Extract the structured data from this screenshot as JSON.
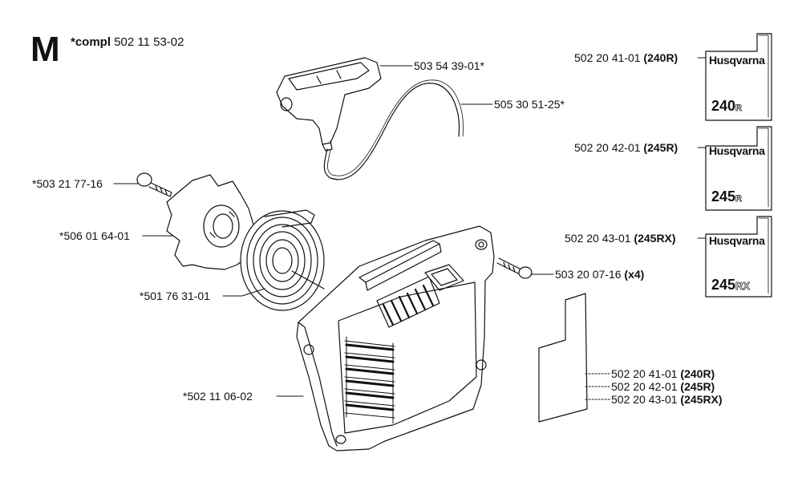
{
  "section": {
    "letter": "M",
    "compl_label": "*compl",
    "compl_number": "502 11 53-02"
  },
  "labels": {
    "handle": "503 54 39-01*",
    "rope": "505 30 51-25*",
    "screw_pulley": "*503 21 77-16",
    "pulley": "*506 01 64-01",
    "spring": "*501 76 31-01",
    "housing": "*502 11 06-02",
    "screw_housing": {
      "number": "503 20 07-16",
      "qty": "(x4)"
    },
    "decal_240": {
      "number": "502 20 41-01",
      "model": "(240R)"
    },
    "decal_245": {
      "number": "502 20 42-01",
      "model": "(245R)"
    },
    "decal_245rx": {
      "number": "502 20 43-01",
      "model": "(245RX)"
    },
    "plate_list": [
      {
        "number": "502 20 41-01",
        "model": "(240R)"
      },
      {
        "number": "502 20 42-01",
        "model": "(245R)"
      },
      {
        "number": "502 20 43-01",
        "model": "(245RX)"
      }
    ]
  },
  "decals": {
    "brand": "Husqvarna",
    "model_240": {
      "digits": "240",
      "suffix": "R"
    },
    "model_245": {
      "digits": "245",
      "suffix": "R"
    },
    "model_245rx": {
      "digits": "245",
      "suffix": "RX"
    }
  }
}
